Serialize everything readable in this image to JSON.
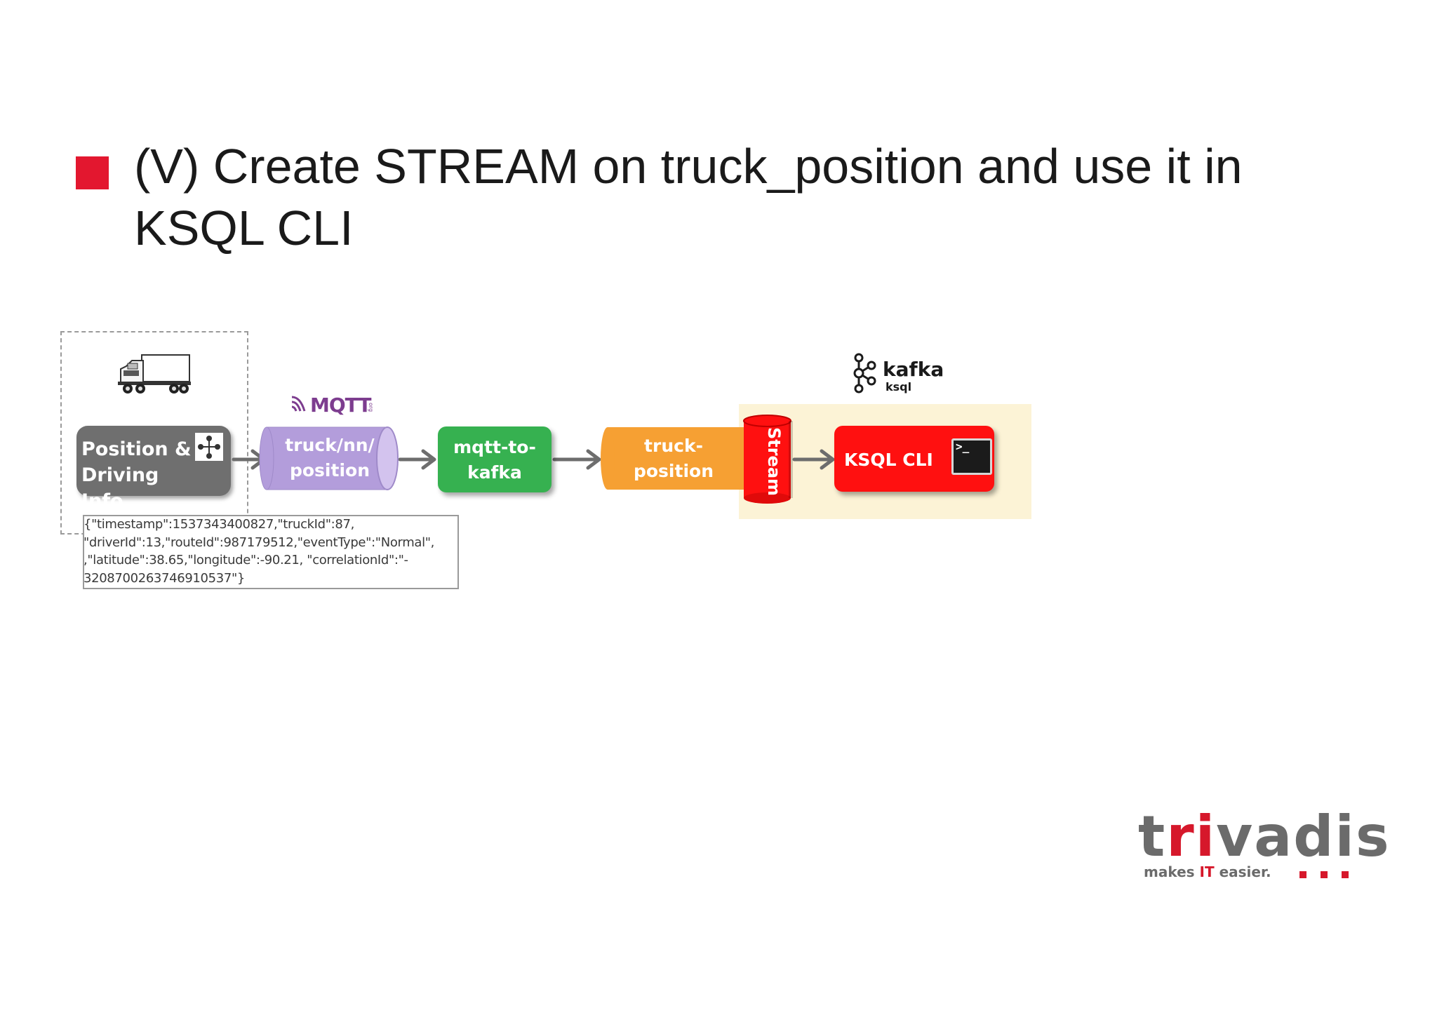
{
  "title": {
    "text": "(V) Create STREAM on truck_position and use it in KSQL CLI"
  },
  "diagram": {
    "source": {
      "label_line1": "Position &",
      "label_line2": "Driving Info"
    },
    "mqtt_logo_text": "MQTT",
    "mqtt_logo_suffix": "org",
    "mqtt_topic": {
      "label_line1": "truck/nn/",
      "label_line2": "position"
    },
    "connector": {
      "label_line1": "mqtt-to-",
      "label_line2": "kafka"
    },
    "kafka_topic": {
      "label_line1": "truck-",
      "label_line2": "position"
    },
    "stream": {
      "label": "Stream"
    },
    "kafka_logo": {
      "name": "kafka",
      "sub": "ksql"
    },
    "ksql_cli": {
      "label": "KSQL CLI",
      "prompt": ">_"
    },
    "sample_message_lines": [
      "{\"timestamp\":1537343400827,\"truckId\":87,",
      "\"driverId\":13,\"routeId\":987179512,\"eventType\":\"Normal\",",
      ",\"latitude\":38.65,\"longitude\":-90.21, \"correlationId\":\"-",
      "3208700263746910537\"}"
    ],
    "colors": {
      "source": "#6f6f6f",
      "mqtt_topic": "#b39ddb",
      "connector": "#36b150",
      "kafka_topic": "#f6a033",
      "stream": "#ff1010",
      "ksql_cli": "#ff1010",
      "ksql_area": "#fcf3d6"
    }
  },
  "branding": {
    "logo_prefix": "t",
    "logo_accent": "ri",
    "logo_rest": "vadis",
    "tagline_pre": "makes ",
    "tagline_accent": "IT",
    "tagline_post": " easier."
  }
}
